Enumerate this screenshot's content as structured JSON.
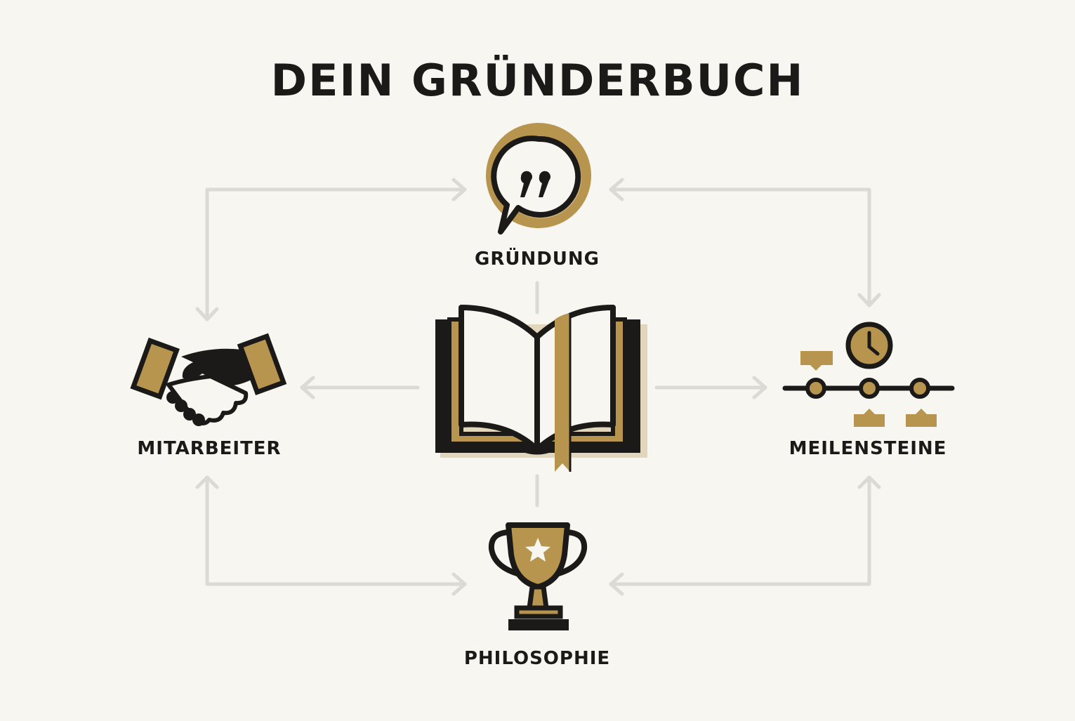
{
  "title": "DEIN GRÜNDERBUCH",
  "colors": {
    "background": "#f8f6f0",
    "gold": "#b8954f",
    "dark": "#1b1a18",
    "connector": "#dcdad4"
  },
  "center": {
    "icon": "open-book-with-bookmark-icon"
  },
  "nodes": {
    "top": {
      "label": "GRÜNDUNG",
      "icon": "quote-speech-bubble-icon"
    },
    "left": {
      "label": "MITARBEITER",
      "icon": "handshake-icon"
    },
    "right": {
      "label": "MEILENSTEINE",
      "icon": "timeline-clock-icon"
    },
    "bottom": {
      "label": "PHILOSOPHIE",
      "icon": "trophy-star-icon"
    }
  }
}
